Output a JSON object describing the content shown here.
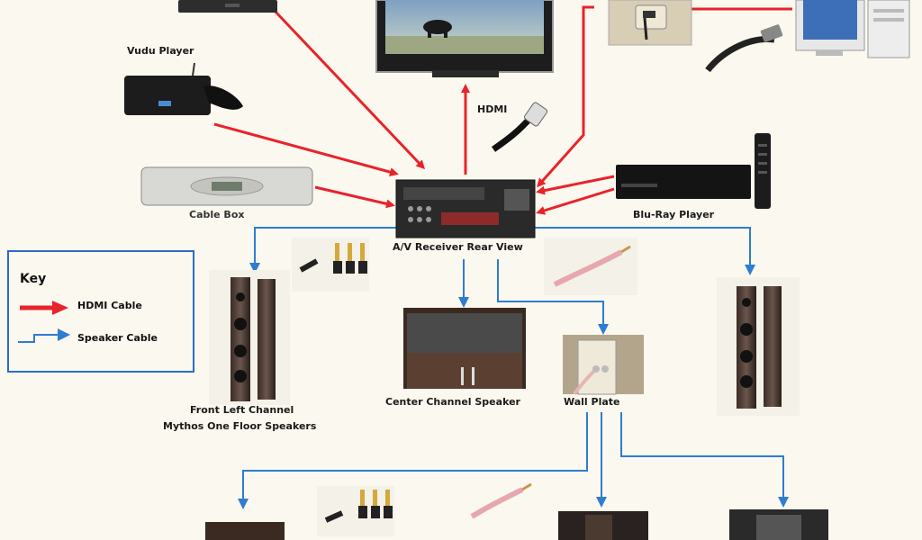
{
  "labels": {
    "vudu": "Vudu Player",
    "hdmi": "HDMI",
    "cable_box": "Cable Box",
    "bluray": "Blu-Ray Player",
    "receiver": "A/V Receiver Rear View",
    "front_left_1": "Front Left Channel",
    "front_left_2": "Mythos One Floor Speakers",
    "center": "Center Channel Speaker",
    "wall_plate": "Wall Plate"
  },
  "key": {
    "title": "Key",
    "hdmi_cable": "HDMI Cable",
    "speaker_cable": "Speaker Cable"
  },
  "colors": {
    "hdmi": "#e8232a",
    "speaker": "#2f7cd0",
    "background": "#fbf8ef"
  },
  "devices": [
    {
      "name": "Vudu Player",
      "icon": "vudu-player-icon"
    },
    {
      "name": "Cable Box",
      "icon": "cable-box-icon"
    },
    {
      "name": "Blu-Ray Player",
      "icon": "bluray-player-icon"
    },
    {
      "name": "A/V Receiver Rear View",
      "icon": "av-receiver-icon"
    },
    {
      "name": "Center Channel Speaker",
      "icon": "center-speaker-icon"
    },
    {
      "name": "Wall Plate",
      "icon": "wall-plate-icon"
    }
  ]
}
